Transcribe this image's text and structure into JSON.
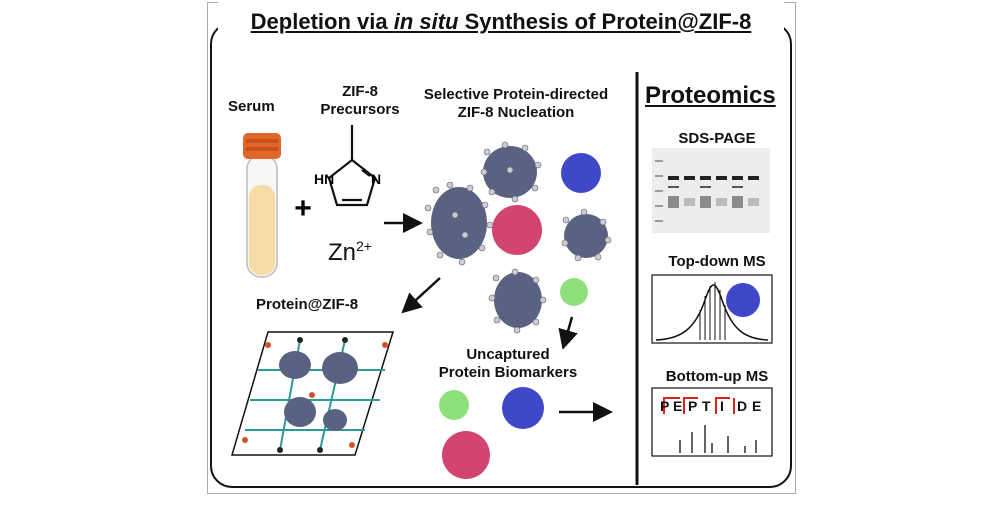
{
  "title": {
    "pre": "Depletion via ",
    "italic": "in situ",
    "post": " Synthesis of Protein@ZIF-8"
  },
  "left": {
    "serum": "Serum",
    "precursors": "ZIF-8\nPrecursors",
    "nh": "HN",
    "n": "N",
    "zn": "Zn",
    "zn_charge": "2+",
    "plus": "+",
    "nucleation": "Selective Protein-directed\nZIF-8 Nucleation",
    "protein_zif8": "Protein@ZIF-8",
    "uncaptured": "Uncaptured\nProtein Biomarkers"
  },
  "right": {
    "header": "Proteomics",
    "sds_page": "SDS-PAGE",
    "topdown": "Top-down MS",
    "bottomup": "Bottom-up MS",
    "peptide_letters": [
      "P",
      "E",
      "P",
      "T",
      "I",
      "D",
      "E"
    ]
  },
  "colors": {
    "zif_protein": "#5b6180",
    "zif_bead": "#c9ccd6",
    "blue_protein": "#3f48c8",
    "pink_protein": "#d2456e",
    "green_protein": "#8ee07a",
    "tube_cap": "#e0662a",
    "serum": "#f6dca4",
    "peptide_red": "#e02020"
  }
}
